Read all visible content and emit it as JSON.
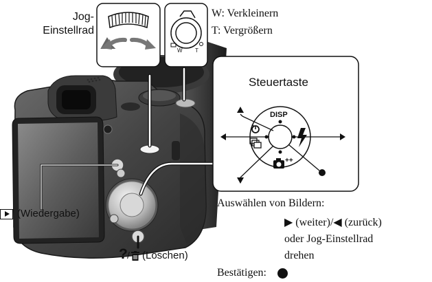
{
  "labels": {
    "jog_dial_line1": "Jog-",
    "jog_dial_line2": "Einstellrad",
    "zoom_w": "W: Verkleinern",
    "zoom_t": "T: Vergrößern",
    "control_panel_title": "Steuertaste",
    "disp": "DISP",
    "zoom_w_mark": "W",
    "zoom_t_mark": "T",
    "playback_text": "(Wiedergabe)",
    "delete_text": "(Löschen)",
    "select_title": "Auswählen von Bildern:",
    "select_line1": "▶ (weiter)/◀ (zurück)",
    "select_line2": "oder Jog-Einstellrad",
    "select_line3": "drehen",
    "confirm_text": "Bestätigen:"
  },
  "icons": {
    "playback": "play-button-icon",
    "delete": "question-trash-icon",
    "flash": "flash-icon",
    "self_timer": "self-timer-icon",
    "burst": "burst-icon",
    "smile": "camera-plus-icon",
    "center_dot": "filled-circle-icon"
  },
  "colors": {
    "camera_body": "#4a4a4a",
    "camera_dark": "#1e1e1e",
    "camera_light": "#9a9a9a",
    "leader_line": "#ffffff",
    "ink": "#111111"
  }
}
